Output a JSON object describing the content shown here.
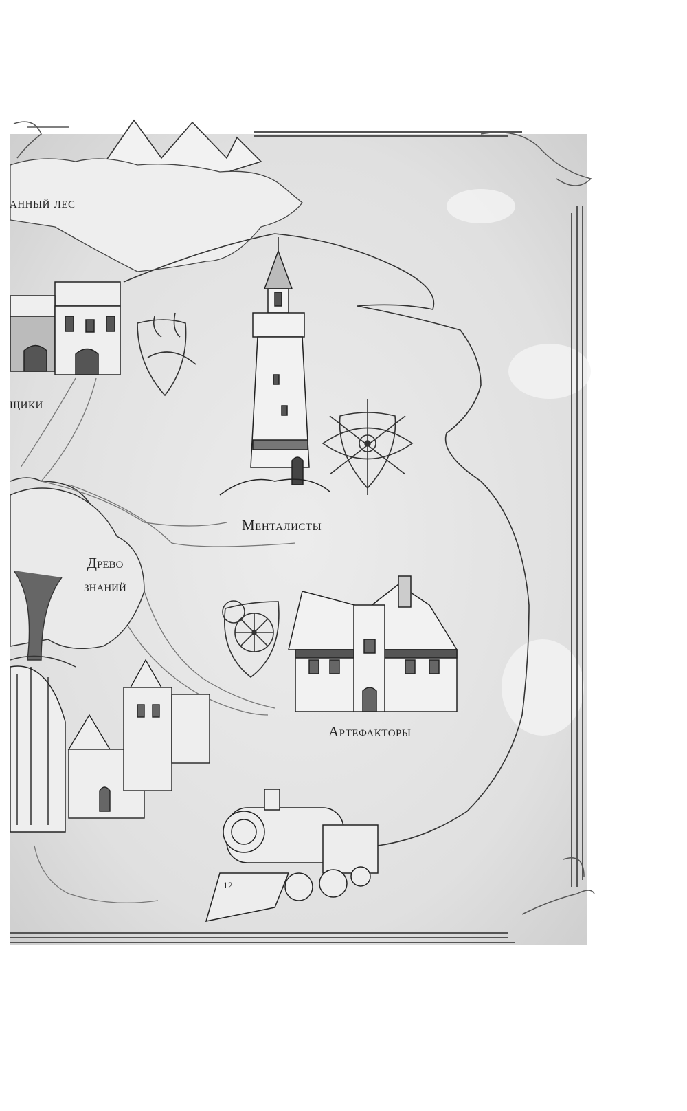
{
  "map": {
    "labels": {
      "forest": "анный лес",
      "left_guild": "щики",
      "mentalists": "Менталисты",
      "tree_line1": "Древо",
      "tree_line2": "знаний",
      "artificers": "Артефакторы",
      "train_number": "12"
    },
    "colors": {
      "paper": "#e4e4e4",
      "ink": "#2a2a2a",
      "frame": "#555555"
    }
  }
}
